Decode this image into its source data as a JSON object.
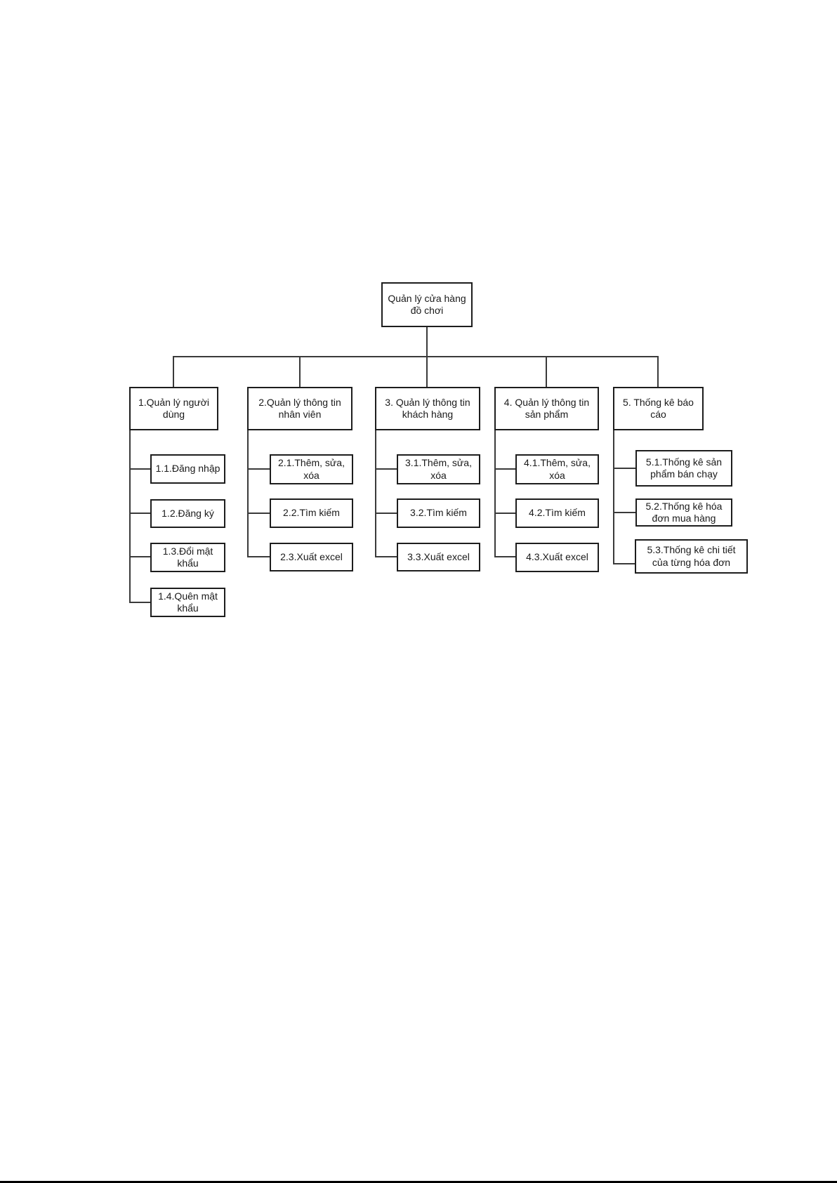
{
  "diagram": {
    "root": {
      "label": "Quản lý cửa hàng đồ chơi"
    },
    "branches": [
      {
        "label": "1.Quản lý người dùng",
        "children": [
          {
            "label": "1.1.Đăng nhập"
          },
          {
            "label": "1.2.Đăng ký"
          },
          {
            "label": "1.3.Đổi mật khẩu"
          },
          {
            "label": "1.4.Quên mật khẩu"
          }
        ]
      },
      {
        "label": "2.Quản lý thông tin nhân viên",
        "children": [
          {
            "label": "2.1.Thêm, sửa, xóa"
          },
          {
            "label": "2.2.Tìm kiếm"
          },
          {
            "label": "2.3.Xuất excel"
          }
        ]
      },
      {
        "label": "3. Quản lý thông tin khách hàng",
        "children": [
          {
            "label": "3.1.Thêm, sửa, xóa"
          },
          {
            "label": "3.2.Tìm kiếm"
          },
          {
            "label": "3.3.Xuất excel"
          }
        ]
      },
      {
        "label": "4. Quản lý thông tin sản phẩm",
        "children": [
          {
            "label": "4.1.Thêm, sửa, xóa"
          },
          {
            "label": "4.2.Tìm kiếm"
          },
          {
            "label": "4.3.Xuất excel"
          }
        ]
      },
      {
        "label": "5. Thống kê báo cáo",
        "children": [
          {
            "label": "5.1.Thống kê sản phẩm bán chạy"
          },
          {
            "label": "5.2.Thống kê hóa đơn mua hàng"
          },
          {
            "label": "5.3.Thống kê chi tiết của từng hóa đơn"
          }
        ]
      }
    ],
    "colors": {
      "box_border": "#1d1d1d",
      "connector": "#3a3a3a",
      "text": "#1a1a1a",
      "background": "#ffffff",
      "page_bottom_line": "#000000"
    }
  }
}
